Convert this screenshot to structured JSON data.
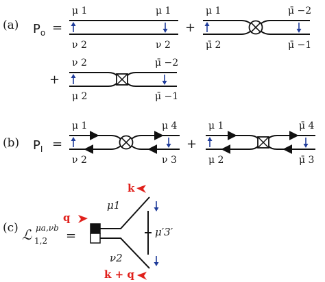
{
  "colors": {
    "line": "#111111",
    "arrow_blue": "#1f3c9a",
    "momentum_red": "#e0201b"
  },
  "panel_a": {
    "label": "(a)",
    "lhs": "P",
    "lhs_sub": "o",
    "equals": "=",
    "plus1": "+",
    "plus2": "+",
    "d1": {
      "tl": "μ 1",
      "tr": "μ 1",
      "bl": "ν 2",
      "br": "ν 2",
      "vertex": "none"
    },
    "d2": {
      "tl": "μ 1",
      "tr": "μ̄ −2",
      "bl": "μ̄ 2",
      "br": "μ̄ −1",
      "vertex": "circle"
    },
    "d3": {
      "tl": "ν 2",
      "tr": "μ̄ −2",
      "bl": "μ 2",
      "br": "μ̄ −1",
      "vertex": "box"
    }
  },
  "panel_b": {
    "label": "(b)",
    "lhs": "P",
    "lhs_sub": "I",
    "equals": "=",
    "plus": "+",
    "d1": {
      "tl": "μ 1",
      "tr": "μ 4",
      "bl": "ν 2",
      "br": "ν 3",
      "vertex": "circle"
    },
    "d2": {
      "tl": "μ 1",
      "tr": "μ̄ 4",
      "bl": "μ 2",
      "br": "μ̄ 3",
      "vertex": "box"
    }
  },
  "panel_c": {
    "label": "(c)",
    "lhs_main": "ℒ",
    "lhs_sup": "μa,νb",
    "lhs_sub": "1,2",
    "equals": "=",
    "q": "q",
    "k": "k",
    "kq": "k + q",
    "upper_leg": "μ1",
    "lower_leg": "ν2",
    "rung": "μ′3′"
  }
}
